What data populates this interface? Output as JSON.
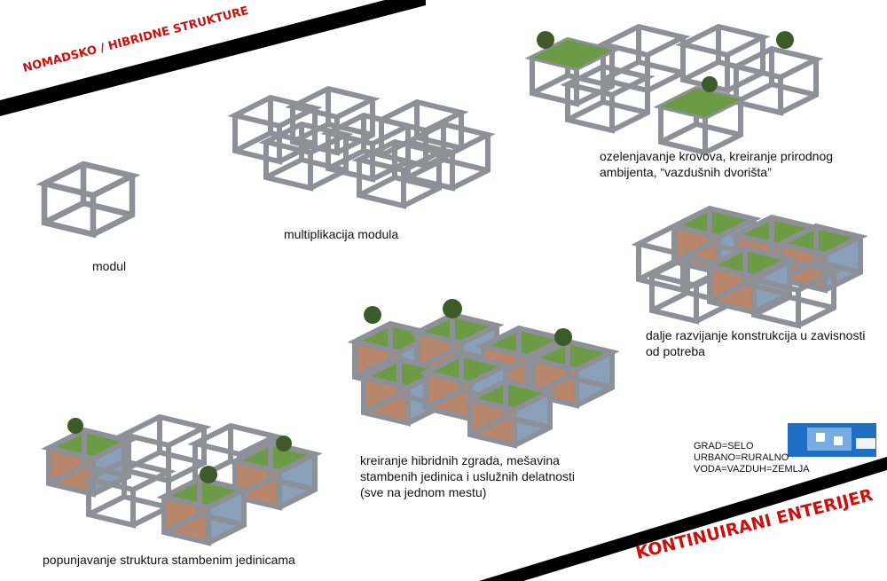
{
  "title_top": "NOMADSKO / HIBRIDNE STRUKTURE",
  "title_bottom": "KONTINUIRANI ENTERIJER",
  "captions": {
    "modul": "modul",
    "multiplikacija": "multiplikacija modula",
    "ozelenjavanje": [
      "ozelenjavanje krovova, kreiranje prirodnog",
      "ambijenta, “vazdušnih dvorišta”"
    ],
    "dalje": [
      "dalje razvijanje konstrukcija u zavisnosti",
      "od potreba"
    ],
    "kreiranje": [
      "kreiranje hibridnih zgrada, mešavina",
      "stambenih jedinica i uslužnih delatnosti",
      "(sve na jednom mestu)"
    ],
    "popunjavanje": "popunjavanje struktura stambenim jedinicama"
  },
  "equations": [
    "GRAD=SELO",
    "URBANO=RURALNO",
    "VODA=VAZDUH=ZEMLJA"
  ],
  "colors": {
    "red": "#cc1010",
    "band": "#000000",
    "frame": "#9a9da3",
    "green": "#5f8a3c"
  }
}
